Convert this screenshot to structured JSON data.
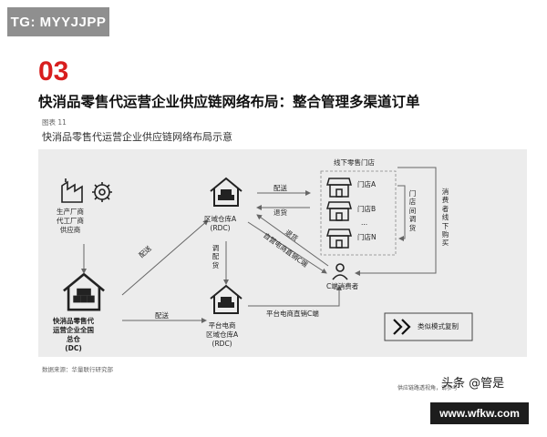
{
  "badge": {
    "text": "TG: MYYJJPP"
  },
  "header": {
    "section_number": "03",
    "title": "快消品零售代运营企业供应链网络布局：整合管理多渠道订单"
  },
  "figure": {
    "number": "图表 11",
    "title": "快消品零售代运营企业供应链网络布局示意"
  },
  "nodes": {
    "producers": [
      "生产厂商",
      "代工厂商",
      "供应商"
    ],
    "hq_dc": [
      "快消品零售代",
      "运营企业全国",
      "总仓",
      "(DC)"
    ],
    "rdc_top": [
      "区域仓库A",
      "(RDC)"
    ],
    "rdc_bottom": [
      "平台电商",
      "区域仓库A",
      "(RDC)"
    ],
    "offline_title": "线下零售门店",
    "stores": [
      "门店A",
      "门店B",
      "...",
      "门店N"
    ],
    "consumer": "C端消费者",
    "similar_mode": "类似模式复制"
  },
  "edges": {
    "deliver_up": "配送",
    "deliver_bottom": "配送",
    "deliver_to_store": "配送",
    "return_from_store": "退货",
    "redistribute": [
      "调",
      "配",
      "货"
    ],
    "return_consumer": "退货",
    "self_ecommerce": "自营电商直销C端",
    "platform_direct": "平台电商直销C端",
    "inter_store": [
      "门",
      "店",
      "间",
      "调",
      "货"
    ],
    "consumer_offline": [
      "消",
      "费",
      "者",
      "线",
      "下",
      "购",
      "买"
    ]
  },
  "footer": {
    "source": "数据来源：华量联行研究部",
    "notice": "供应链路透视角，请参考",
    "watermark": "头条 @管是",
    "site": "www.wfkw.com"
  },
  "colors": {
    "accent": "#d81e1e",
    "panel": "#ececec",
    "icon": "#222222",
    "arrow": "#666666"
  }
}
